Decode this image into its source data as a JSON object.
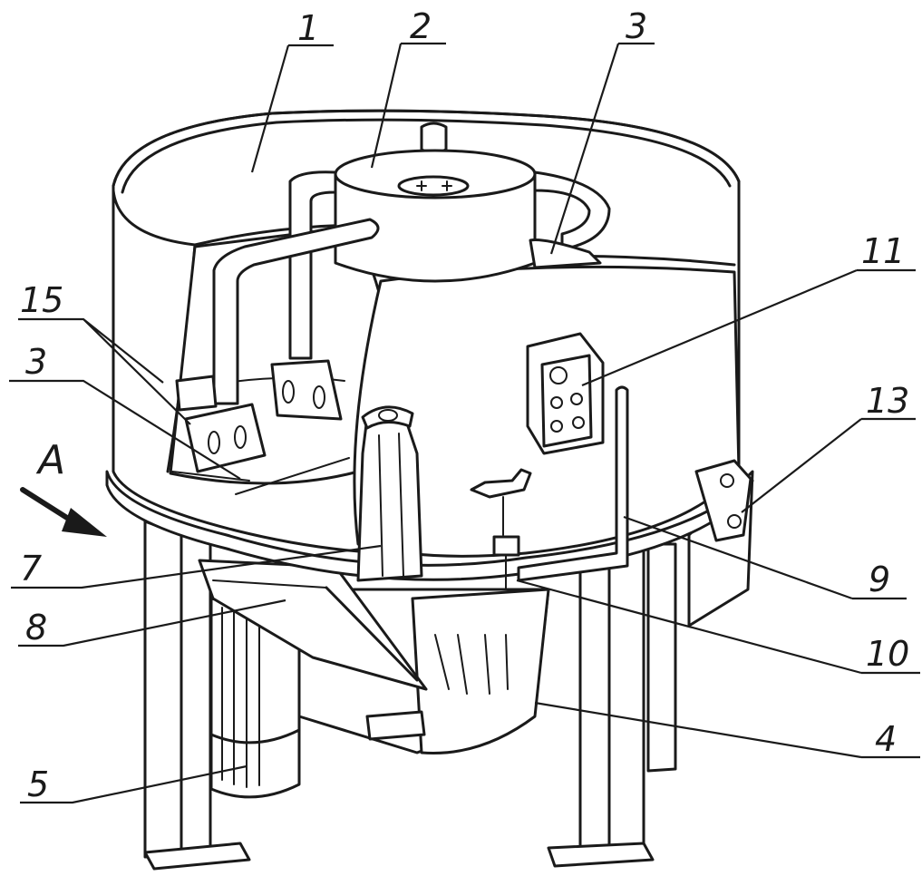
{
  "view_marker": "A",
  "callouts": [
    {
      "id": "c1",
      "text": "1"
    },
    {
      "id": "c2",
      "text": "2"
    },
    {
      "id": "c3a",
      "text": "3"
    },
    {
      "id": "c3b",
      "text": "3"
    },
    {
      "id": "c4",
      "text": "4"
    },
    {
      "id": "c5",
      "text": "5"
    },
    {
      "id": "c7",
      "text": "7"
    },
    {
      "id": "c8",
      "text": "8"
    },
    {
      "id": "c9",
      "text": "9"
    },
    {
      "id": "c10",
      "text": "10"
    },
    {
      "id": "c11",
      "text": "11"
    },
    {
      "id": "c13",
      "text": "13"
    },
    {
      "id": "c15",
      "text": "15"
    }
  ]
}
